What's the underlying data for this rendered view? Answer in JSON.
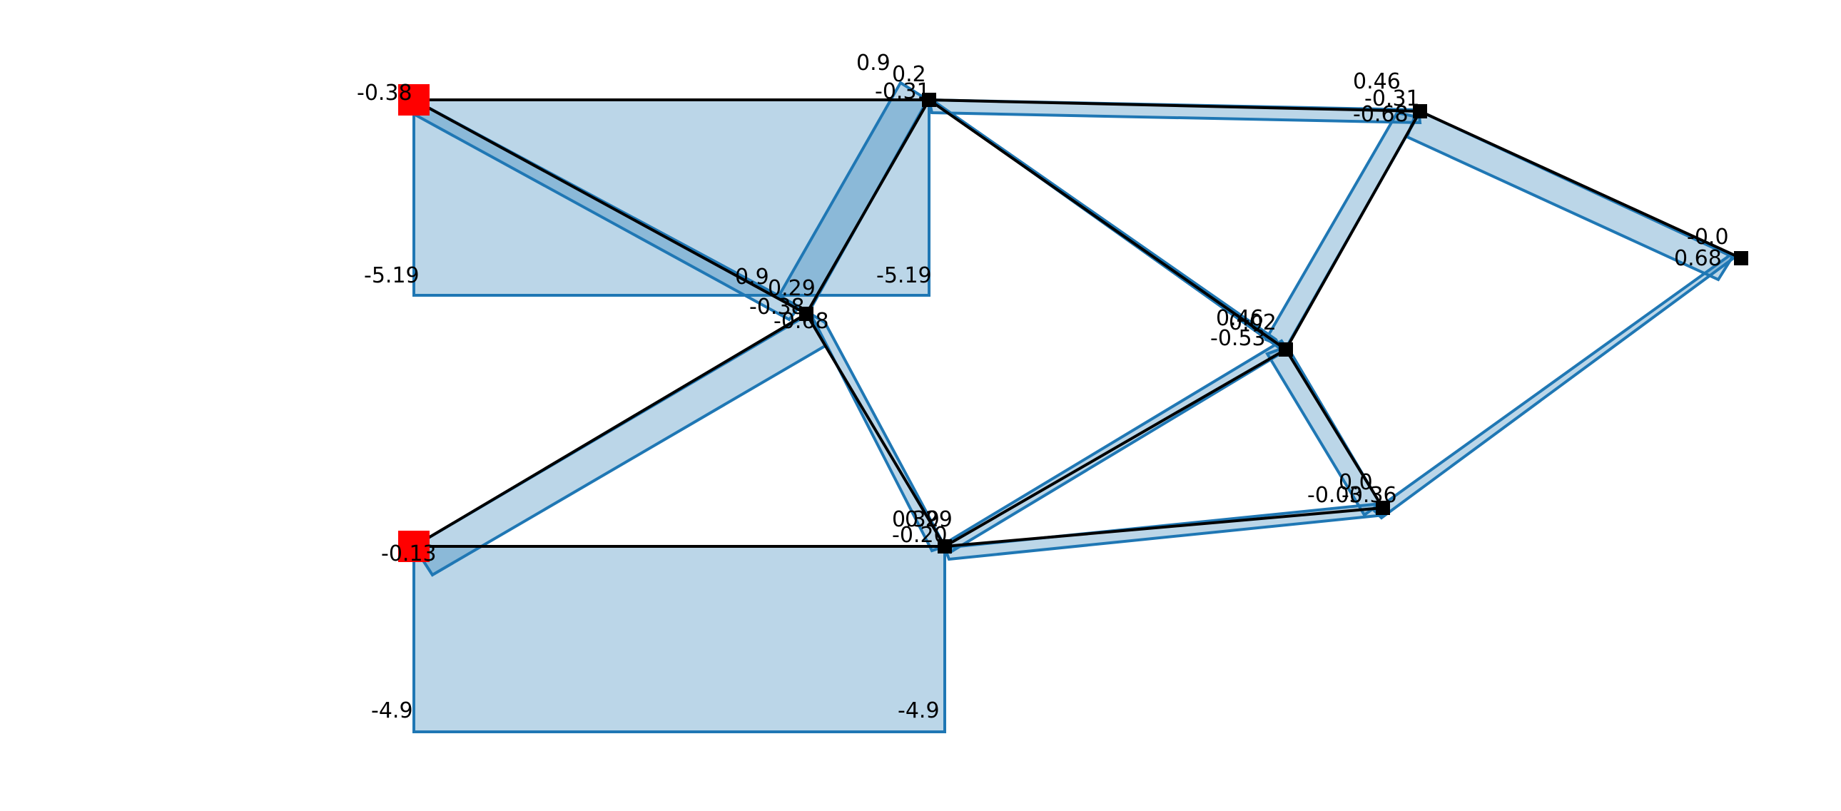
{
  "colors": {
    "background": "#ffffff",
    "member": "#000000",
    "fill": "#1f77b4",
    "outline": "#1f77b4",
    "support": "#ff0000",
    "node": "#000000",
    "text": "#000000"
  },
  "nodes": [
    {
      "id": "n1",
      "label": "-0.38",
      "support": true
    },
    {
      "id": "n2",
      "label": "-0.13",
      "support": true
    },
    {
      "id": "n3",
      "labels": [
        "0.9",
        "0.2",
        "-0.31"
      ]
    },
    {
      "id": "n4",
      "labels": [
        "0.9",
        "0.29",
        "-0.38",
        "-0.68"
      ]
    },
    {
      "id": "n5",
      "labels": [
        "0.39",
        "0.29",
        "-0.20"
      ]
    },
    {
      "id": "n6",
      "labels": [
        "0.46",
        "-0.31",
        "-0.68"
      ]
    },
    {
      "id": "n7",
      "labels": [
        "0.46",
        "0.02",
        "-0.53"
      ]
    },
    {
      "id": "n8",
      "labels": [
        "0.0",
        "-0.03",
        "-0.36"
      ]
    },
    {
      "id": "n9",
      "labels": [
        "-0.0",
        "0.68"
      ]
    }
  ],
  "members": [
    {
      "from": "n1",
      "to": "n3"
    },
    {
      "from": "n1",
      "to": "n4"
    },
    {
      "from": "n3",
      "to": "n4"
    },
    {
      "from": "n2",
      "to": "n4"
    },
    {
      "from": "n2",
      "to": "n5"
    },
    {
      "from": "n4",
      "to": "n5"
    },
    {
      "from": "n3",
      "to": "n6"
    },
    {
      "from": "n3",
      "to": "n7"
    },
    {
      "from": "n5",
      "to": "n7"
    },
    {
      "from": "n5",
      "to": "n8"
    },
    {
      "from": "n6",
      "to": "n7"
    },
    {
      "from": "n7",
      "to": "n8"
    },
    {
      "from": "n6",
      "to": "n9"
    },
    {
      "from": "n8",
      "to": "n9"
    }
  ],
  "loads": [
    {
      "label_left": "-5.19",
      "label_right": "-5.19"
    },
    {
      "label_left": "-4.9",
      "label_right": "-4.9"
    }
  ]
}
